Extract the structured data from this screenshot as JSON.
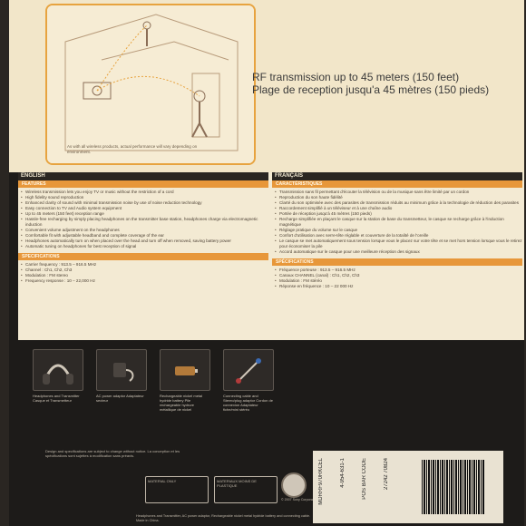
{
  "top": {
    "illustration_note": "As with all wireless products, actual performance will vary depending on environment.",
    "rf_en": "RF transmission up to 45 meters (150 feet)",
    "rf_fr": "Plage de reception jusqu'a 45 mètres (150 pieds)"
  },
  "english": {
    "lang": "ENGLISH",
    "features_title": "FEATURES",
    "features": [
      "Wireless transmission lets you enjoy TV or music without the restriction of a cord",
      "High fidelity sound reproduction",
      "Enhanced clarity of sound with minimal transmission noise by use of noise reduction technology",
      "Easy connection to TV and Audio system equipment",
      "Up to 45 meters (150 feet) reception range",
      "Hassle-free recharging by simply placing headphones on the transmitter base station, headphones charge via electromagnetic induction",
      "Convenient volume adjustment on the headphones",
      "Comfortable fit with adjustable headband and complete coverage of the ear",
      "Headphones automatically turn on when placed over the head and turn off when removed, saving battery power",
      "Automatic tuning on headphones for best reception of signal"
    ],
    "specs_title": "SPECIFICATIONS",
    "specs": [
      "Carrier frequency : 913.5 – 916.5 MHz",
      "Channel : Ch1, Ch2, Ch3",
      "Modulation : FM stereo",
      "Frequency response : 10 – 22,000 Hz"
    ]
  },
  "french": {
    "lang": "FRANÇAIS",
    "features_title": "CARACTÉRISTIQUES",
    "features": [
      "Transmission sans fil permettant d'écouter la télévision ou de la musique sans être limité par un cordon",
      "Reproduction du son haute fidélité",
      "Clarté du son optimisée avec des parasites de transmission réduits au minimum grâce à la technologie de réduction des parasites",
      "Raccordement simplifié à un téléviseur et à une chaîne audio",
      "Portée de réception jusqu'à 45 mètres (150 pieds)",
      "Recharge simplifiée en plaçant le casque sur la station de base du transmetteur, le casque se recharge grâce à l'induction magnétique",
      "Réglage pratique du volume sur le casque",
      "Confort d'utilisation avec serre-tête réglable et couverture de la totalité de l'oreille",
      "Le casque se met automatiquement sous tension lorsque vous le placez sur votre tête et se met hors tension lorsque vous le retirez pour économiser la pile",
      "Accord automatique sur le casque pour une meilleure réception des signaux"
    ],
    "specs_title": "SPÉCIFICATIONS",
    "specs": [
      "Fréquence porteuse : 913.5 – 916.5 MHz",
      "Canaux CHANNEL (canal) : Ch1, Ch2, Ch3",
      "Modulation : FM stéréo",
      "Réponse en fréquence : 10 – 22 000 Hz"
    ]
  },
  "accessories": [
    {
      "caption": "Headphones and Transmitter Casque et Transmetteur"
    },
    {
      "caption": "AC power adaptor Adaptateur secteur"
    },
    {
      "caption": "Rechargeable nickel metal hydride battery Pile rechargeable hydrure métallique de nickel"
    },
    {
      "caption": "Connecting cable and Stereo/plug adaptor Cordon de connexion Adaptateur fiche/mini stéréo"
    }
  ],
  "bottom": {
    "note": "Design and specifications are subject to change without notice. La conception et les spécifications sont sujettes à modification sans préavis.",
    "label1": "MATERIAL ONLY",
    "label2": "MATERIAUX MOINS DE PLASTIQUE",
    "corp": "© 2007 Sony Corporation",
    "legal": "Headphones and Transmitter, AC power adaptor, Rechargeable nickel metal hydride battery and connecting cable. Made in China.",
    "vcode1": "MDRRF970RKCEL",
    "vcode2": "4-954-631-1",
    "vcode3": "POS BAR CODE",
    "vcode4": "27242 70824"
  }
}
